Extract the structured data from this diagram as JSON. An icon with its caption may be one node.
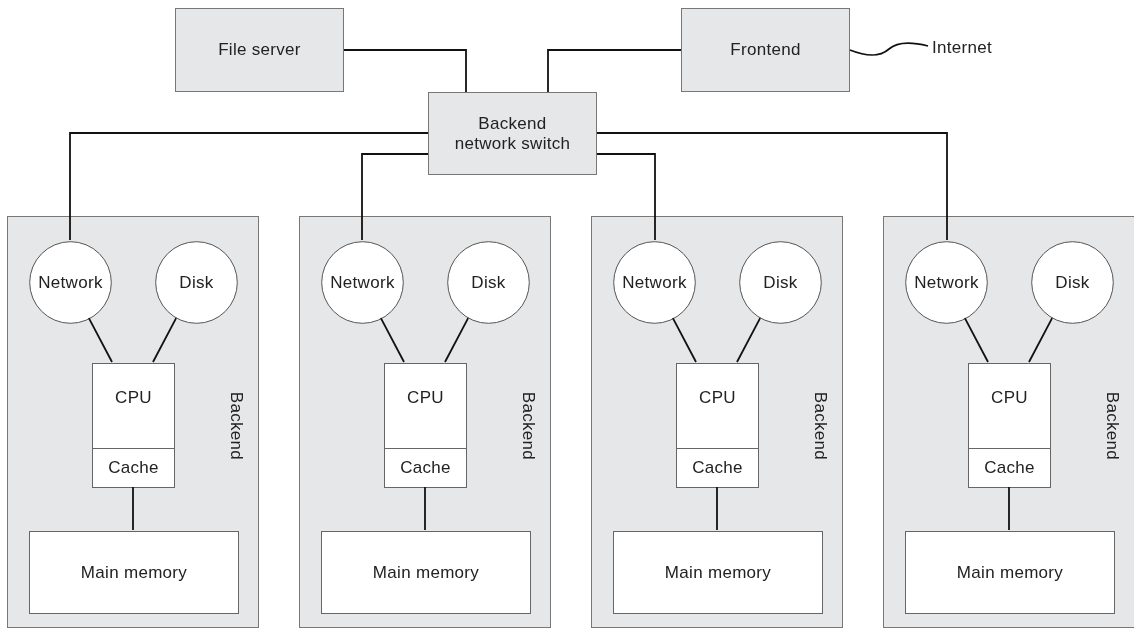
{
  "diagram": {
    "nodes": [
      {
        "text": [
          "File server"
        ]
      },
      {
        "text": [
          "Frontend"
        ]
      },
      {
        "text": [
          "Internet"
        ]
      },
      {
        "text": [
          "Backend network switch"
        ]
      },
      {
        "text": [
          "Backend"
        ]
      },
      {
        "text": [
          "Network"
        ],
        "in": 4
      },
      {
        "text": [
          "Disk"
        ],
        "in": 4
      },
      {
        "text": [
          "CPU",
          "Cache"
        ],
        "in": 4
      },
      {
        "text": [
          "Main memory"
        ],
        "in": 4
      },
      {
        "text": [
          "Backend"
        ]
      },
      {
        "text": [
          "Network"
        ],
        "in": 9
      },
      {
        "text": [
          "Disk"
        ],
        "in": 9
      },
      {
        "text": [
          "CPU",
          "Cache"
        ],
        "in": 9
      },
      {
        "text": [
          "Main memory"
        ],
        "in": 9
      },
      {
        "text": [
          "Backend"
        ]
      },
      {
        "text": [
          "Network"
        ],
        "in": 14
      },
      {
        "text": [
          "Disk"
        ],
        "in": 14
      },
      {
        "text": [
          "CPU",
          "Cache"
        ],
        "in": 14
      },
      {
        "text": [
          "Main memory"
        ],
        "in": 14
      },
      {
        "text": [
          "Backend"
        ]
      },
      {
        "text": [
          "Network"
        ],
        "in": 19
      },
      {
        "text": [
          "Disk"
        ],
        "in": 19
      },
      {
        "text": [
          "CPU",
          "Cache"
        ],
        "in": 19
      },
      {
        "text": [
          "Main memory"
        ],
        "in": 19
      }
    ],
    "edges": [
      {
        "from": 0,
        "to": 3,
        "arrow": "none"
      },
      {
        "from": 1,
        "to": 3,
        "arrow": "none"
      },
      {
        "from": 1,
        "to": 2,
        "arrow": "none"
      },
      {
        "from": 3,
        "to": 5,
        "arrow": "none"
      },
      {
        "from": 3,
        "to": 10,
        "arrow": "none"
      },
      {
        "from": 3,
        "to": 15,
        "arrow": "none"
      },
      {
        "from": 3,
        "to": 20,
        "arrow": "none"
      },
      {
        "from": 5,
        "to": 7,
        "arrow": "none"
      },
      {
        "from": 6,
        "to": 7,
        "arrow": "none"
      },
      {
        "from": 7,
        "to": 8,
        "arrow": "none"
      },
      {
        "from": 10,
        "to": 12,
        "arrow": "none"
      },
      {
        "from": 11,
        "to": 12,
        "arrow": "none"
      },
      {
        "from": 12,
        "to": 13,
        "arrow": "none"
      },
      {
        "from": 15,
        "to": 17,
        "arrow": "none"
      },
      {
        "from": 16,
        "to": 17,
        "arrow": "none"
      },
      {
        "from": 17,
        "to": 18,
        "arrow": "none"
      },
      {
        "from": 20,
        "to": 22,
        "arrow": "none"
      },
      {
        "from": 21,
        "to": 22,
        "arrow": "none"
      },
      {
        "from": 22,
        "to": 23,
        "arrow": "none"
      }
    ]
  }
}
